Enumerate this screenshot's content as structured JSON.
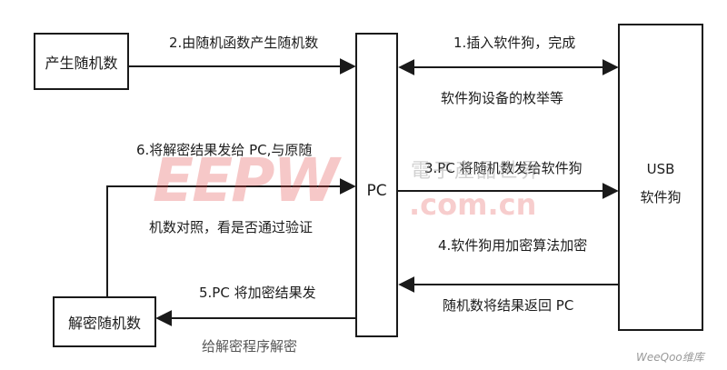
{
  "boxes": {
    "generate_random": "产生随机数",
    "pc": "PC",
    "usb_line1": "USB",
    "usb_line2": "软件狗",
    "decrypt_random": "解密随机数"
  },
  "arrows": {
    "a1_line1": "1.插入软件狗，完成",
    "a1_line2": "软件狗设备的枚举等",
    "a2": "2.由随机函数产生随机数",
    "a3": "3.PC 将随机数发给软件狗",
    "a4_line1": "4.软件狗用加密算法加密",
    "a4_line2": "随机数将结果返回 PC",
    "a5_line1": "5.PC 将加密结果发",
    "a5_line2": "给解密程序解密",
    "a6_line1": "6.将解密结果发给 PC,与原随",
    "a6_line2": "机数对照，看是否通过验证"
  },
  "watermark": {
    "logo": "EEPW",
    "site": ".com.cn",
    "cn": "電子產品世界",
    "corner": "WeeQoo维库"
  },
  "colors": {
    "line": "#1a1a1a",
    "watermark_red": "#e23c3c",
    "watermark_gray": "#9a9a9a"
  }
}
